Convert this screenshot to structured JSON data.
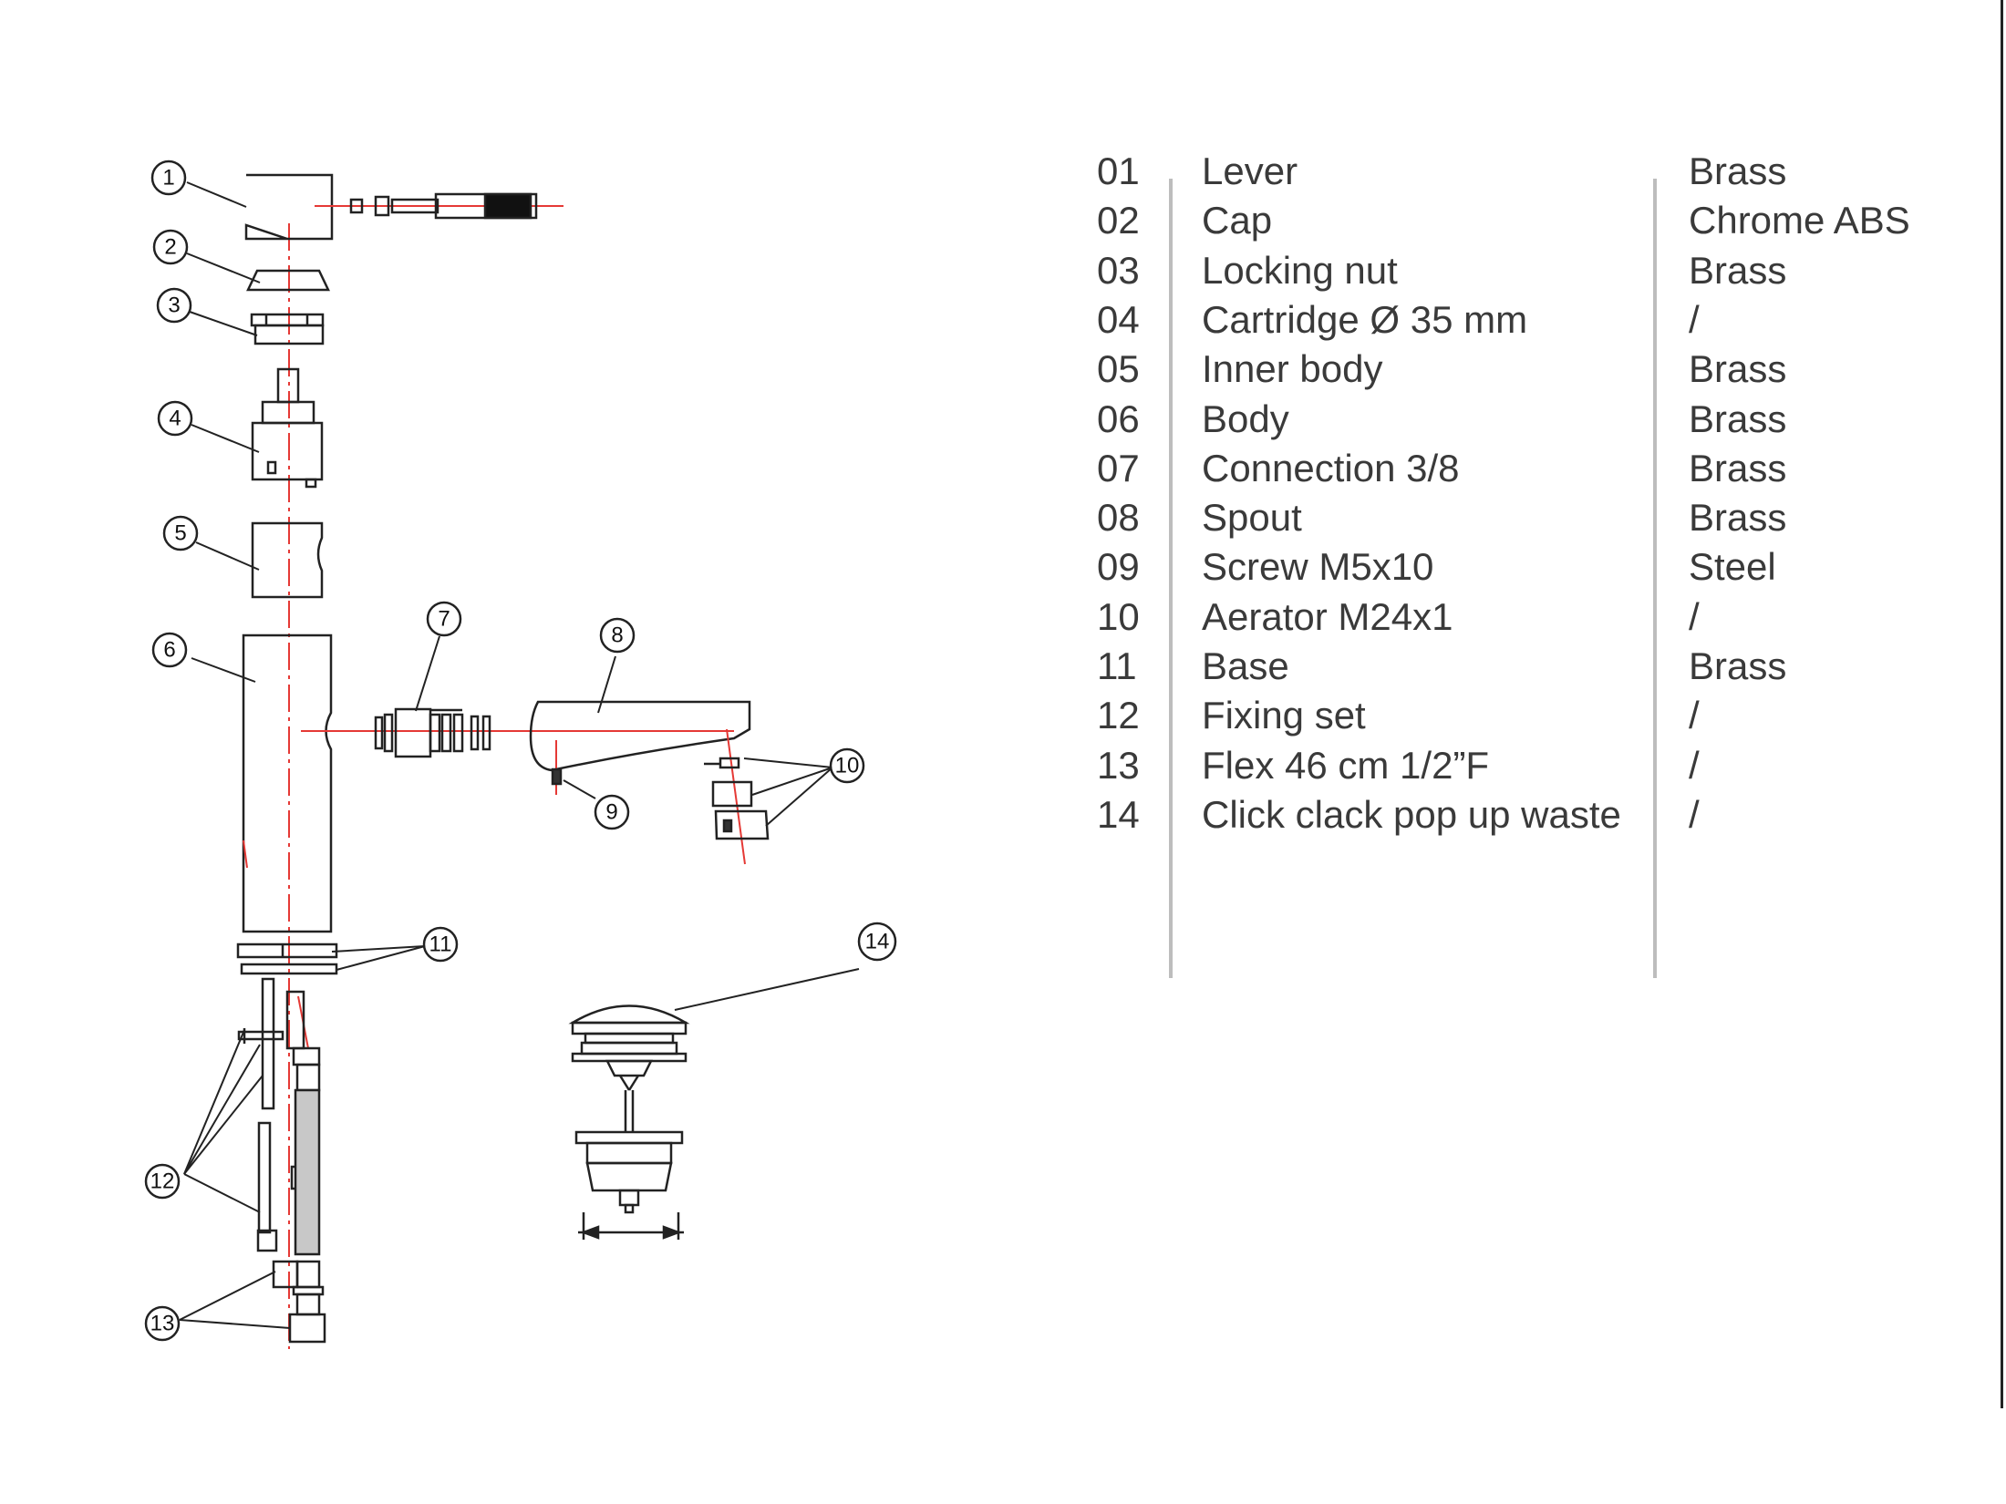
{
  "callouts": [
    "1",
    "2",
    "3",
    "4",
    "5",
    "6",
    "7",
    "8",
    "9",
    "10",
    "11",
    "12",
    "13",
    "14"
  ],
  "parts": [
    {
      "num": "01",
      "name": "Lever",
      "material": "Brass"
    },
    {
      "num": "02",
      "name": "Cap",
      "material": "Chrome ABS"
    },
    {
      "num": "03",
      "name": "Locking nut",
      "material": "Brass"
    },
    {
      "num": "04",
      "name": "Cartridge Ø 35 mm",
      "material": "/"
    },
    {
      "num": "05",
      "name": "Inner body",
      "material": "Brass"
    },
    {
      "num": "06",
      "name": "Body",
      "material": "Brass"
    },
    {
      "num": "07",
      "name": "Connection 3/8",
      "material": "Brass"
    },
    {
      "num": "08",
      "name": "Spout",
      "material": "Brass"
    },
    {
      "num": "09",
      "name": "Screw M5x10",
      "material": "Steel"
    },
    {
      "num": "10",
      "name": "Aerator M24x1",
      "material": "/"
    },
    {
      "num": "11",
      "name": "Base",
      "material": "Brass"
    },
    {
      "num": "12",
      "name": "Fixing set",
      "material": "/"
    },
    {
      "num": "13",
      "name": "Flex 46 cm 1/2”F",
      "material": "/"
    },
    {
      "num": "14",
      "name": "Click clack pop up waste",
      "material": "/"
    }
  ],
  "colors": {
    "axis_line": "#e53935",
    "outline": "#222222",
    "text": "#3a3a3a",
    "divider": "#bdbdbd"
  }
}
